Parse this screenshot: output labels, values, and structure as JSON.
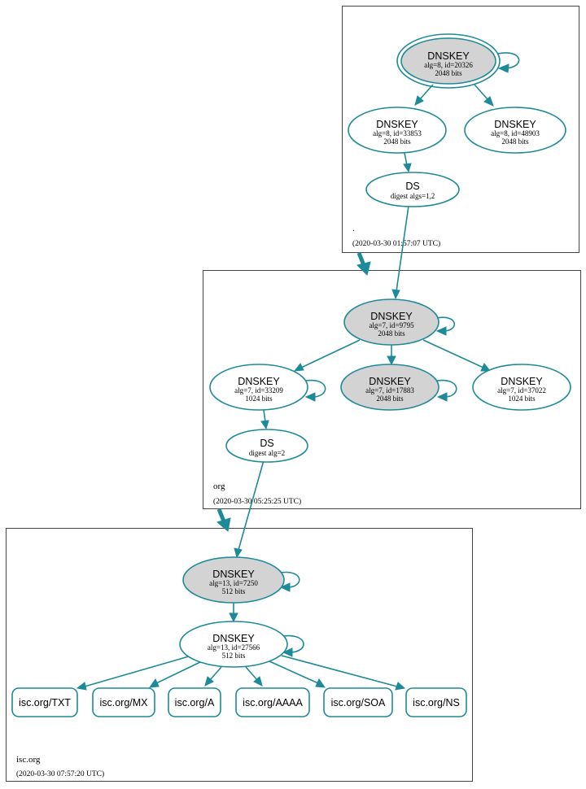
{
  "colors": {
    "edge": "#1d8a99",
    "ksk_fill": "#d3d3d3",
    "zsk_fill": "#ffffff"
  },
  "zones": {
    "root": {
      "name": ".",
      "timestamp": "(2020-03-30 01:57:07 UTC)"
    },
    "org": {
      "name": "org",
      "timestamp": "(2020-03-30 05:25:25 UTC)"
    },
    "isc": {
      "name": "isc.org",
      "timestamp": "(2020-03-30 07:57:20 UTC)"
    }
  },
  "nodes": {
    "root_ksk": {
      "title": "DNSKEY",
      "line1": "alg=8, id=20326",
      "line2": "2048 bits"
    },
    "root_zsk1": {
      "title": "DNSKEY",
      "line1": "alg=8, id=33853",
      "line2": "2048 bits"
    },
    "root_zsk2": {
      "title": "DNSKEY",
      "line1": "alg=8, id=48903",
      "line2": "2048 bits"
    },
    "root_ds": {
      "title": "DS",
      "line1": "digest algs=1,2"
    },
    "org_ksk": {
      "title": "DNSKEY",
      "line1": "alg=7, id=9795",
      "line2": "2048 bits"
    },
    "org_zsk1": {
      "title": "DNSKEY",
      "line1": "alg=7, id=33209",
      "line2": "1024 bits"
    },
    "org_ksk2": {
      "title": "DNSKEY",
      "line1": "alg=7, id=17883",
      "line2": "2048 bits"
    },
    "org_zsk2": {
      "title": "DNSKEY",
      "line1": "alg=7, id=37022",
      "line2": "1024 bits"
    },
    "org_ds": {
      "title": "DS",
      "line1": "digest alg=2"
    },
    "isc_ksk": {
      "title": "DNSKEY",
      "line1": "alg=13, id=7250",
      "line2": "512 bits"
    },
    "isc_zsk": {
      "title": "DNSKEY",
      "line1": "alg=13, id=27566",
      "line2": "512 bits"
    }
  },
  "records": [
    "isc.org/TXT",
    "isc.org/MX",
    "isc.org/A",
    "isc.org/AAAA",
    "isc.org/SOA",
    "isc.org/NS"
  ]
}
